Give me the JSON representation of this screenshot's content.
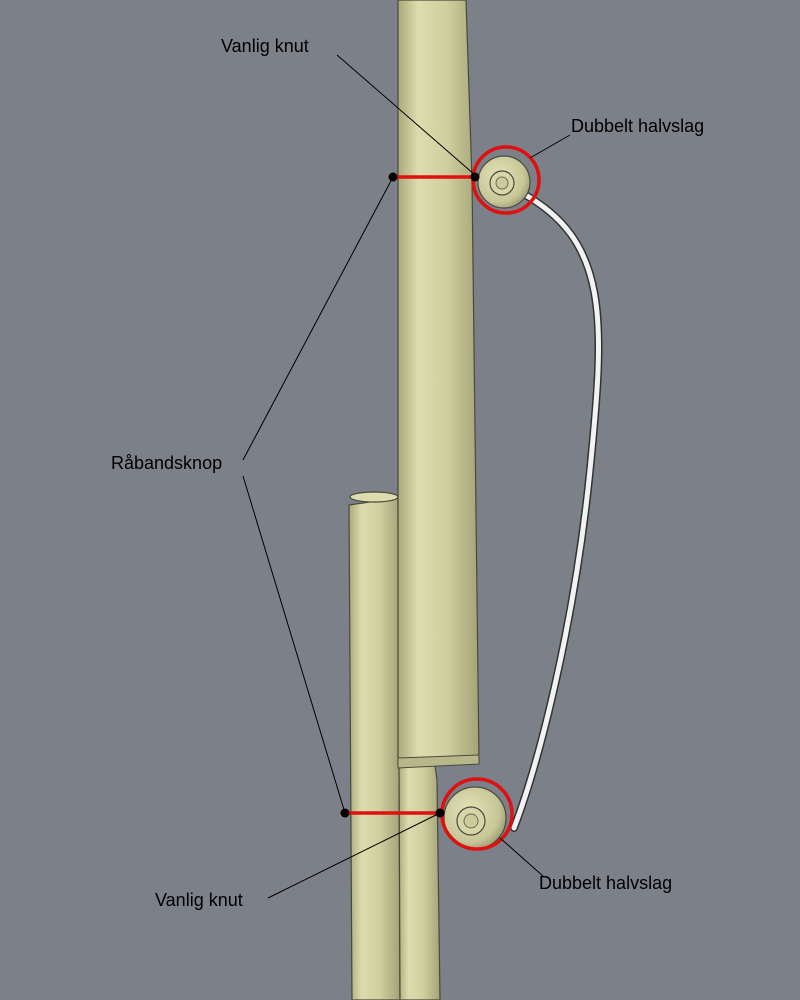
{
  "labels": {
    "top_knot": "Vanlig knut",
    "top_hitch": "Dubbelt halvslag",
    "reef_knot": "Råbandsknop",
    "bottom_hitch": "Dubbelt halvslag",
    "bottom_knot": "Vanlig knut"
  },
  "colors": {
    "background": "#7c8089",
    "spar": "#cfcf9f",
    "spar_outline": "#4a4a3a",
    "lashing": "#e01010",
    "leader_line": "#000000",
    "dot": "#000000",
    "cable": "#f2f2f2"
  }
}
